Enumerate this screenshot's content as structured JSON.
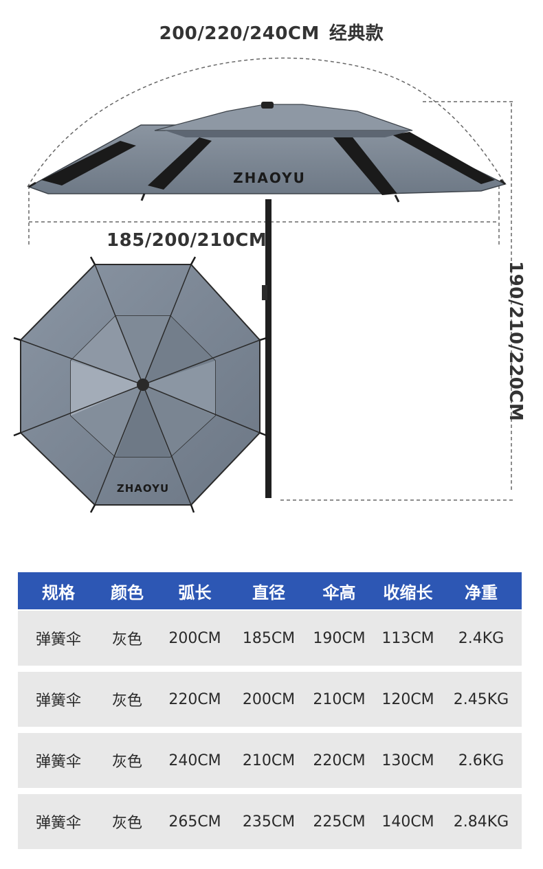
{
  "dimensions": {
    "arc_length": "200/220/240CM",
    "model_name": "经典款",
    "diameter": "185/200/210CM",
    "height": "190/210/220CM"
  },
  "brand": {
    "side_view_logo": "ZHAOYU",
    "top_view_logo": "ZHAOYU"
  },
  "colors": {
    "canopy": "#7d8793",
    "table_header": "#2d57b4",
    "table_row": "#e8e8e8"
  },
  "table": {
    "headers": [
      "规格",
      "颜色",
      "弧长",
      "直径",
      "伞高",
      "收缩长",
      "净重"
    ],
    "rows": [
      [
        "弹簧伞",
        "灰色",
        "200CM",
        "185CM",
        "190CM",
        "113CM",
        "2.4KG"
      ],
      [
        "弹簧伞",
        "灰色",
        "220CM",
        "200CM",
        "210CM",
        "120CM",
        "2.45KG"
      ],
      [
        "弹簧伞",
        "灰色",
        "240CM",
        "210CM",
        "220CM",
        "130CM",
        "2.6KG"
      ],
      [
        "弹簧伞",
        "灰色",
        "265CM",
        "235CM",
        "225CM",
        "140CM",
        "2.84KG"
      ]
    ]
  }
}
